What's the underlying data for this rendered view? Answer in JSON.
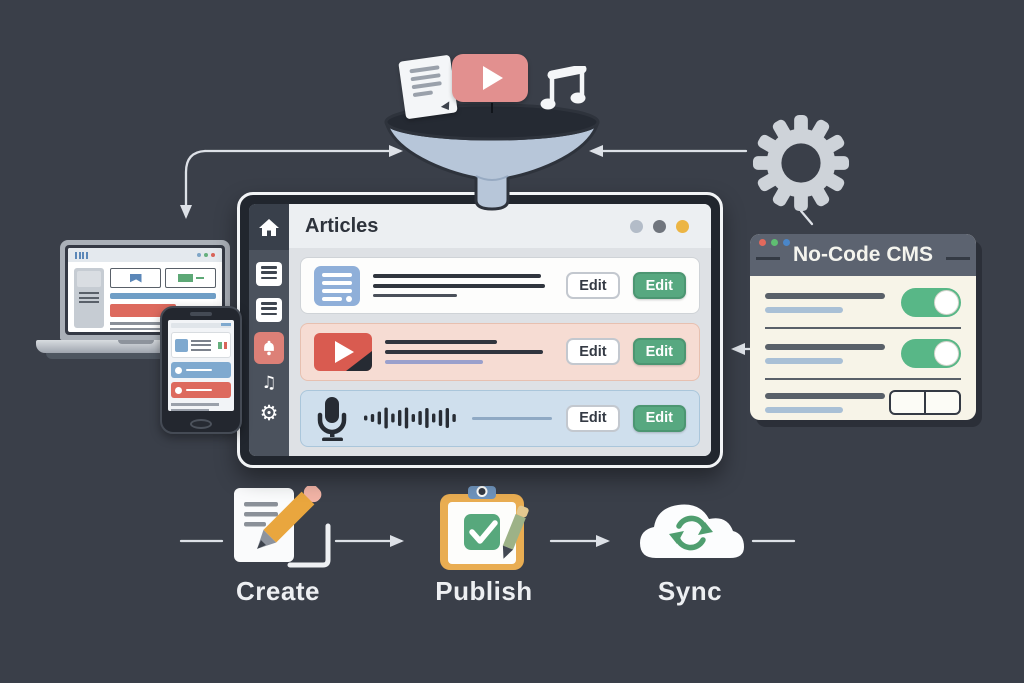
{
  "funnel": {
    "floating_icons": [
      "document-icon",
      "video-play-icon",
      "music-note-icon"
    ]
  },
  "gear_icon": "automation-gear",
  "devices": {
    "laptop": "laptop-preview",
    "phone": "phone-preview"
  },
  "app_window": {
    "title": "Articles",
    "titlebar_dots": [
      "#b3bcc8",
      "#70757d",
      "#ecb544"
    ],
    "sidebar_icons": [
      "home-icon",
      "document-icon",
      "document-icon",
      "bell-icon",
      "music-note-icon",
      "gear-icon"
    ],
    "rows": [
      {
        "kind": "article",
        "icon": "document-lines-icon",
        "edit_outline": "Edit",
        "edit_filled": "Edit"
      },
      {
        "kind": "video",
        "icon": "play-button-icon",
        "edit_outline": "Edit",
        "edit_filled": "Edit"
      },
      {
        "kind": "audio",
        "icon": "microphone-icon",
        "edit_outline": "Edit",
        "edit_filled": "Edit"
      }
    ]
  },
  "cms_panel": {
    "title": "No-Code CMS",
    "traffic_light_dots": [
      "#e2695c",
      "#5fbe72",
      "#4a86c8"
    ],
    "rows": [
      {
        "control": "toggle",
        "state": "on"
      },
      {
        "control": "toggle",
        "state": "on"
      },
      {
        "control": "segmented-button",
        "state": "none"
      }
    ],
    "toggle_on_color": "#58b787"
  },
  "workflow": {
    "steps": [
      {
        "label": "Create",
        "icon": "document-pencil-icon"
      },
      {
        "label": "Publish",
        "icon": "clipboard-check-icon"
      },
      {
        "label": "Sync",
        "icon": "cloud-sync-icon"
      }
    ]
  },
  "colors": {
    "background": "#3a3f49",
    "funnel": "#b7c6d9",
    "accent_green": "#57a880",
    "accent_red": "#d95b50",
    "accent_pink_video": "#e2908f",
    "accent_blue": "#8fafd9",
    "accent_amber": "#ecb544",
    "cms_panel_bg": "#f7f4e8",
    "arrow": "#dde1e7"
  }
}
